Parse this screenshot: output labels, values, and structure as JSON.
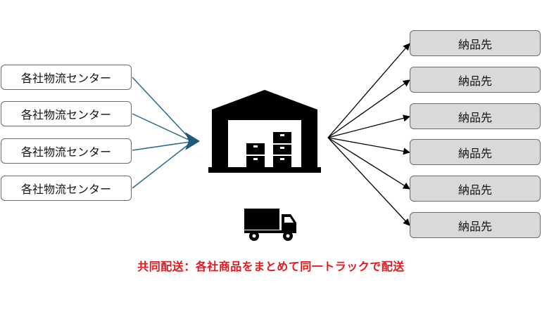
{
  "sources": [
    {
      "label": "各社物流センター"
    },
    {
      "label": "各社物流センター"
    },
    {
      "label": "各社物流センター"
    },
    {
      "label": "各社物流センター"
    }
  ],
  "destinations": [
    {
      "label": "納品先"
    },
    {
      "label": "納品先"
    },
    {
      "label": "納品先"
    },
    {
      "label": "納品先"
    },
    {
      "label": "納品先"
    },
    {
      "label": "納品先"
    }
  ],
  "caption": "共同配送：各社商品をまとめて同一トラックで配送",
  "colors": {
    "inbound_arrow": "#2b6a8a",
    "outbound_arrow": "#000000",
    "caption": "#e8161b",
    "destination_fill": "#d9d9d9",
    "icon": "#000000"
  },
  "icons": [
    "warehouse-icon",
    "truck-icon"
  ]
}
